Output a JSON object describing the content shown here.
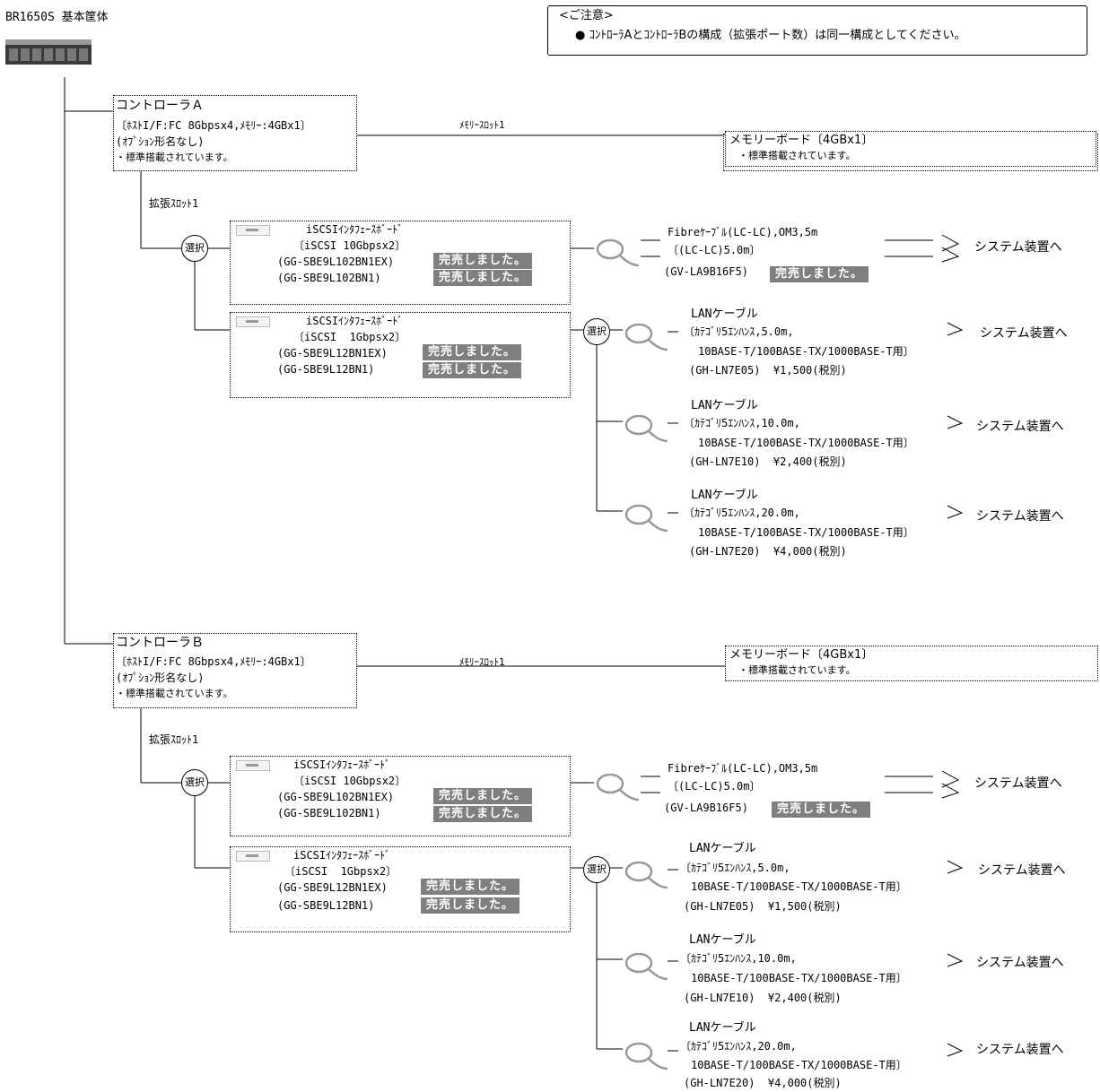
{
  "header": {
    "chassis_title": "BR1650S 基本筐体"
  },
  "notice": {
    "title": "<ご注意>",
    "text": "● ｺﾝﾄﾛｰﾗAとｺﾝﾄﾛｰﾗBの構成（拡張ポート数）は同一構成としてください。"
  },
  "controllers": [
    {
      "name": "コントローラＡ",
      "spec": "〔ﾎｽﾄI/F:FC 8Gbpsx4,ﾒﾓﾘｰ:4GBx1〕",
      "option": "(ｵﾌﾟｼｮﾝ形名なし)",
      "standard": "・標準搭載されています。",
      "memory_slot_label": "ﾒﾓﾘｰｽﾛｯﾄ1",
      "memory_board": {
        "name": "メモリーボード〔4GBx1〕",
        "note": "・標準搭載されています。"
      },
      "expansion_label": "拡張ｽﾛｯﾄ1",
      "select_label": "選択",
      "boards": [
        {
          "name": "iSCSIｲﾝﾀﾌｪｰｽﾎﾞｰﾄﾞ",
          "spec": "〔iSCSI 10Gbpsx2〕",
          "models": [
            "(GG-SBE9L102BN1EX)",
            "(GG-SBE9L102BN1)"
          ],
          "status": [
            "完売しました。",
            "完売しました。"
          ]
        },
        {
          "name": "iSCSIｲﾝﾀﾌｪｰｽﾎﾞｰﾄﾞ",
          "spec": "〔iSCSI  1Gbpsx2〕",
          "models": [
            "(GG-SBE9L12BN1EX)",
            "(GG-SBE9L12BN1)"
          ],
          "status": [
            "完売しました。",
            "完売しました。"
          ]
        }
      ],
      "fibre_cable": {
        "line1": "Fibreｹｰﾌﾞﾙ(LC-LC),OM3,5m",
        "line2": "〔(LC-LC)5.0m〕",
        "model": "(GV-LA9B16F5)",
        "status": "完売しました。"
      },
      "lan_select_label": "選択",
      "lan_cables": [
        {
          "name": "LANケーブル",
          "spec1": "〔ｶﾃｺﾞﾘ5ｴﾝﾊﾝｽ,5.0m,",
          "spec2": "10BASE-T/100BASE-TX/1000BASE-T用〕",
          "model": "(GH-LN7E05)  ¥1,500(税別)"
        },
        {
          "name": "LANケーブル",
          "spec1": "〔ｶﾃｺﾞﾘ5ｴﾝﾊﾝｽ,10.0m,",
          "spec2": "10BASE-T/100BASE-TX/1000BASE-T用〕",
          "model": "(GH-LN7E10)  ¥2,400(税別)"
        },
        {
          "name": "LANケーブル",
          "spec1": "〔ｶﾃｺﾞﾘ5ｴﾝﾊﾝｽ,20.0m,",
          "spec2": "10BASE-T/100BASE-TX/1000BASE-T用〕",
          "model": "(GH-LN7E20)  ¥4,000(税別)"
        }
      ],
      "to_system": "システム装置へ"
    },
    {
      "name": "コントローラＢ",
      "spec": "〔ﾎｽﾄI/F:FC 8Gbpsx4,ﾒﾓﾘｰ:4GBx1〕",
      "option": "(ｵﾌﾟｼｮﾝ形名なし)",
      "standard": "・標準搭載されています。",
      "memory_slot_label": "ﾒﾓﾘｰｽﾛｯﾄ1",
      "memory_board": {
        "name": "メモリーボード〔4GBx1〕",
        "note": "・標準搭載されています。"
      },
      "expansion_label": "拡張ｽﾛｯﾄ1",
      "select_label": "選択",
      "boards": [
        {
          "name": "iSCSIｲﾝﾀﾌｪｰｽﾎﾞｰﾄﾞ",
          "spec": "〔iSCSI 10Gbpsx2〕",
          "models": [
            "(GG-SBE9L102BN1EX)",
            "(GG-SBE9L102BN1)"
          ],
          "status": [
            "完売しました。",
            "完売しました。"
          ]
        },
        {
          "name": "iSCSIｲﾝﾀﾌｪｰｽﾎﾞｰﾄﾞ",
          "spec": "〔iSCSI  1Gbpsx2〕",
          "models": [
            "(GG-SBE9L12BN1EX)",
            "(GG-SBE9L12BN1)"
          ],
          "status": [
            "完売しました。",
            "完売しました。"
          ]
        }
      ],
      "fibre_cable": {
        "line1": "Fibreｹｰﾌﾞﾙ(LC-LC),OM3,5m",
        "line2": "〔(LC-LC)5.0m〕",
        "model": "(GV-LA9B16F5)",
        "status": "完売しました。"
      },
      "lan_select_label": "選択",
      "lan_cables": [
        {
          "name": "LANケーブル",
          "spec1": "〔ｶﾃｺﾞﾘ5ｴﾝﾊﾝｽ,5.0m,",
          "spec2": "10BASE-T/100BASE-TX/1000BASE-T用〕",
          "model": "(GH-LN7E05)  ¥1,500(税別)"
        },
        {
          "name": "LANケーブル",
          "spec1": "〔ｶﾃｺﾞﾘ5ｴﾝﾊﾝｽ,10.0m,",
          "spec2": "10BASE-T/100BASE-TX/1000BASE-T用〕",
          "model": "(GH-LN7E10)  ¥2,400(税別)"
        },
        {
          "name": "LANケーブル",
          "spec1": "〔ｶﾃｺﾞﾘ5ｴﾝﾊﾝｽ,20.0m,",
          "spec2": "10BASE-T/100BASE-TX/1000BASE-T用〕",
          "model": "(GH-LN7E20)  ¥4,000(税別)"
        }
      ],
      "to_system": "システム装置へ"
    }
  ]
}
